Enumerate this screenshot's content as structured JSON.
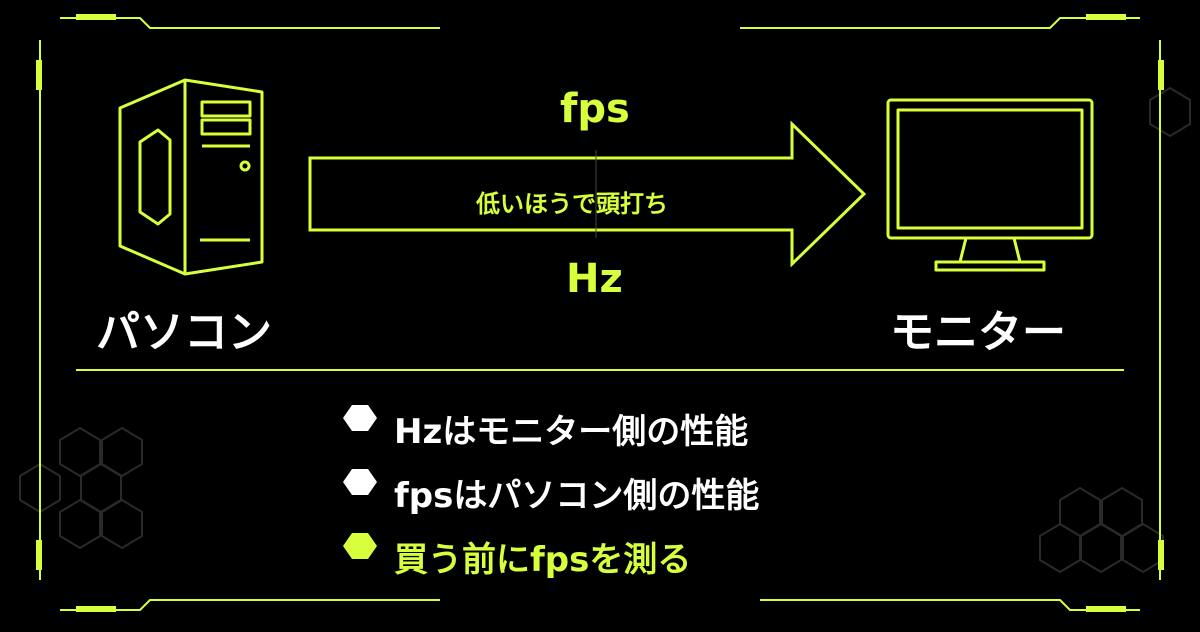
{
  "colors": {
    "accent": "#d7ff3c",
    "text": "#ffffff",
    "background": "#000000"
  },
  "diagram": {
    "source_label": "パソコン",
    "target_label": "モニター",
    "top_label": "fps",
    "bottom_label": "Hz",
    "arrow_caption": "低いほうで頭打ち",
    "source_icon": "pc-tower-icon",
    "target_icon": "monitor-icon"
  },
  "points": [
    {
      "text": "Hzはモニター側の性能",
      "highlight": false
    },
    {
      "text": "fpsはパソコン側の性能",
      "highlight": false
    },
    {
      "text": "買う前にfpsを測る",
      "highlight": true
    }
  ]
}
